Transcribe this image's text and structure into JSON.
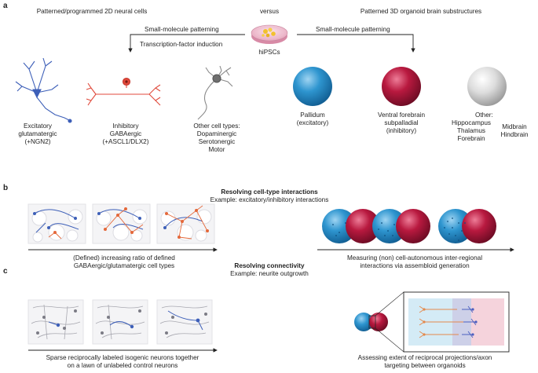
{
  "panels": {
    "a": "a",
    "b": "b",
    "c": "c"
  },
  "a": {
    "left_title": "Patterned/programmed 2D neural cells",
    "versus": "versus",
    "right_title": "Patterned 3D organoid brain substructures",
    "left_arrow_label_1": "Small-molecule patterning",
    "left_arrow_label_2": "Transcription-factor induction",
    "right_arrow_label": "Small-molecule patterning",
    "source": "hiPSCs",
    "neurons": [
      {
        "lines": [
          "Excitatory",
          "glutamatergic",
          "(+NGN2)"
        ]
      },
      {
        "lines": [
          "Inhibitory",
          "GABAergic",
          "(+ASCL1/DLX2)"
        ]
      },
      {
        "lines": [
          "Other cell types:",
          "Dopaminergic",
          "Serotonergic",
          "Motor"
        ]
      }
    ],
    "organoids": [
      {
        "lines": [
          "Pallidum",
          "(excitatory)"
        ]
      },
      {
        "lines": [
          "Ventral forebrain",
          "subpalladial",
          "(inhibitory)"
        ]
      }
    ],
    "other": {
      "title": "Other:",
      "col1": [
        "Hippocampus",
        "Thalamus",
        "Forebrain"
      ],
      "col2": [
        "Midbrain",
        "Hindbrain"
      ]
    }
  },
  "b": {
    "title": "Resolving cell-type interactions",
    "subtitle": "Example: excitatory/inhibitory interactions",
    "left_caption": [
      "(Defined) increasing ratio of defined",
      "GABAergic/glutamatergic cell types"
    ],
    "right_caption": [
      "Measuring (non) cell-autonomous inter-regional",
      "interactions via assembloid generation"
    ],
    "mid_title": "Resolving connectivity",
    "mid_subtitle": "Example: neurite outgrowth"
  },
  "c": {
    "left_caption": [
      "Sparse reciprocally labeled isogenic neurons together",
      "on a lawn of unlabeled control neurons"
    ],
    "right_caption": [
      "Assessing extent of reciprocal projections/axon",
      "targeting between organoids"
    ]
  },
  "colors": {
    "excitatory": "#3d5fb8",
    "inhibitory": "#e04a3c",
    "other": "#888888",
    "pallidum": "#2b8fc9",
    "ventral": "#b3163f",
    "other_organoid": "#d6d6d6"
  }
}
